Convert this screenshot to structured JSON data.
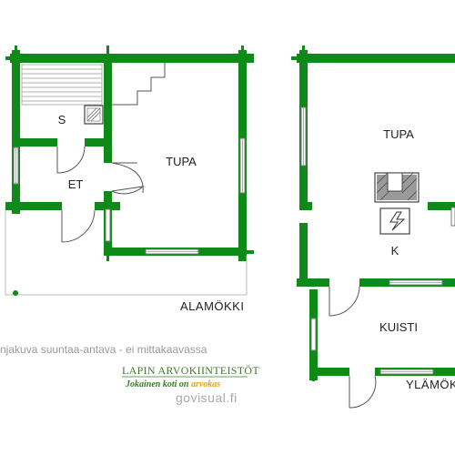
{
  "colors": {
    "wall": "#0d8a17",
    "window": "#c8c8c8",
    "line": "#444444",
    "text": "#222222",
    "brand_green": "#3c7a2a",
    "brand_gold": "#e0a31c",
    "muted": "#9a9a9a"
  },
  "left_plan": {
    "caption": "ALAMÖKKI",
    "rooms": {
      "sauna": "S",
      "entry": "ET",
      "living": "TUPA"
    }
  },
  "right_plan": {
    "caption": "YLÄMÖKKI",
    "rooms": {
      "living": "TUPA",
      "kitchen": "K",
      "porch": "KUISTI"
    }
  },
  "footer": {
    "note": "njakuva suuntaa-antava - ei mittakaavassa",
    "brand_name": "LAPIN ARVOKIINTEISTÖT",
    "tagline_prefix": "Jokainen koti on",
    "tagline_accent": "arvokas",
    "website": "govisual.fi"
  },
  "icons": [
    "stove-icon",
    "fireplace-icon",
    "electric-stove-icon",
    "door-icon",
    "window-icon",
    "stairs-icon"
  ]
}
